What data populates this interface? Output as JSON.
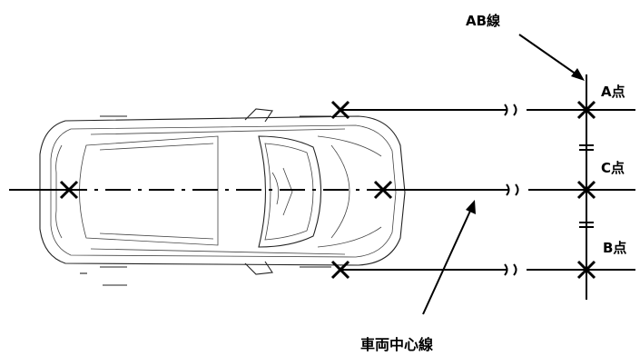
{
  "labels": {
    "ab_line": "AB線",
    "point_a": "A点",
    "point_c": "C点",
    "point_b": "B点",
    "center_line": "車両中心線"
  }
}
